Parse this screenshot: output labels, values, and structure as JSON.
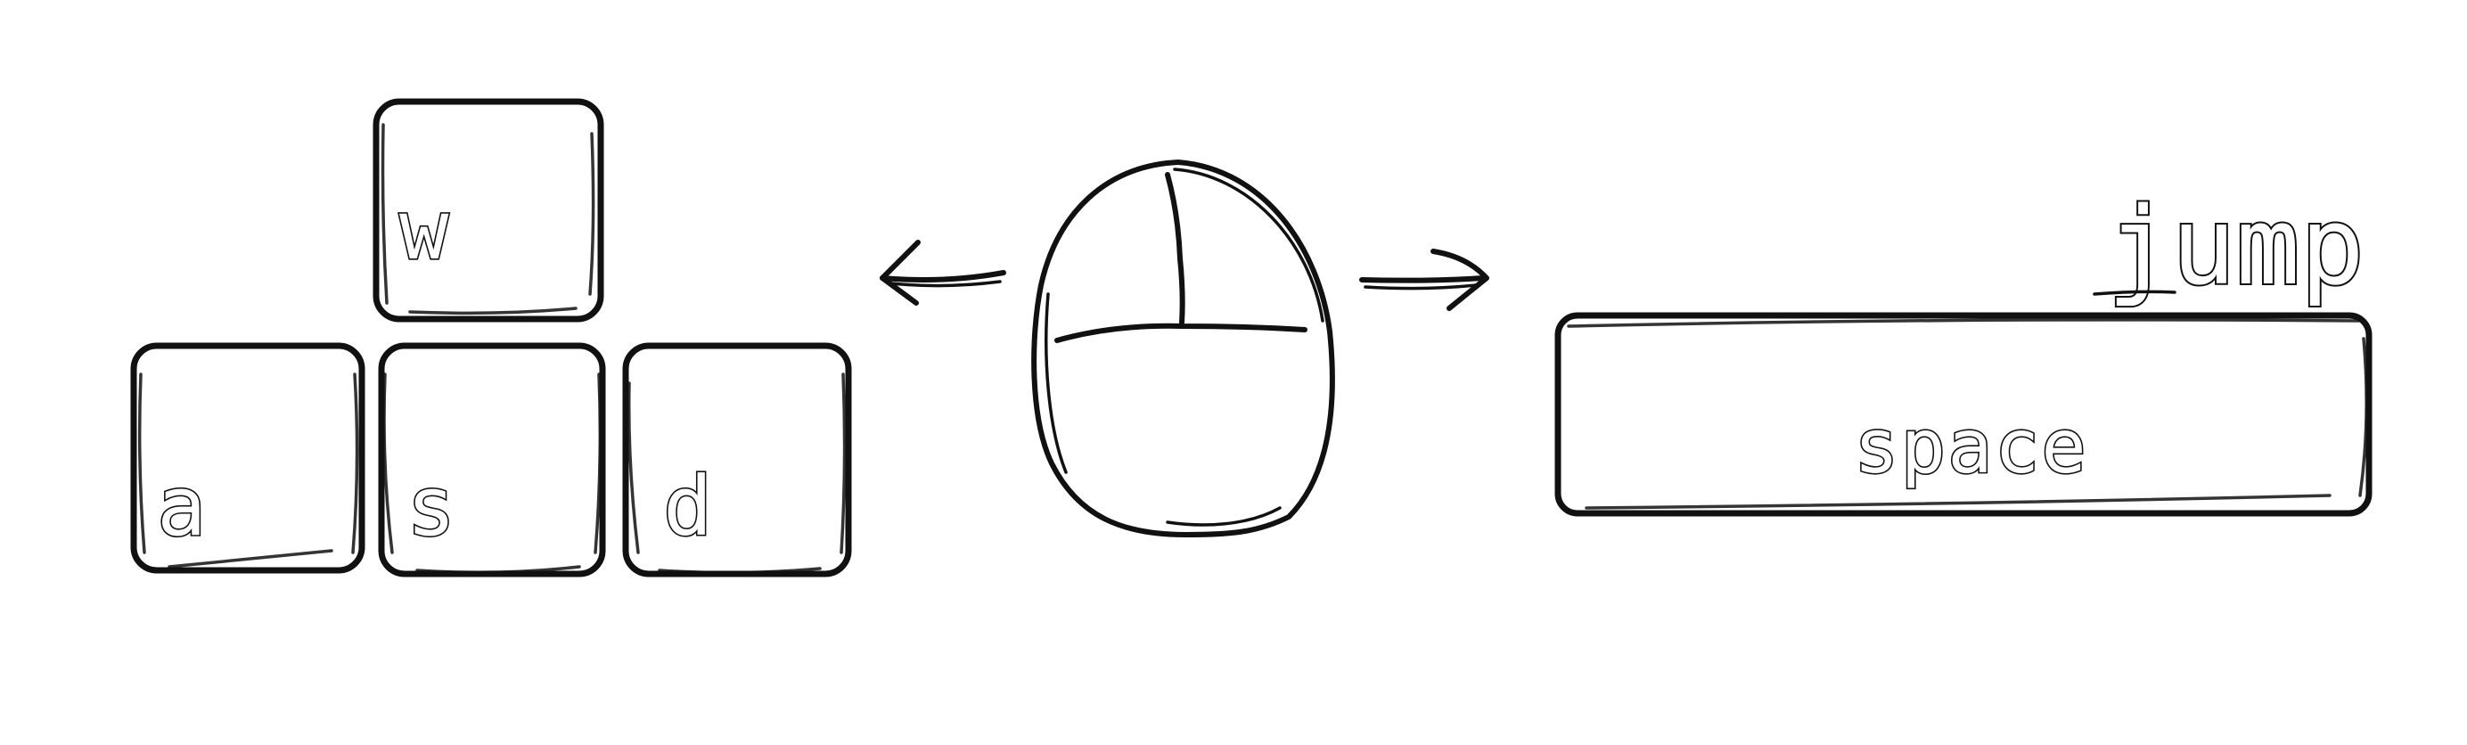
{
  "keys": {
    "w": "w",
    "a": "a",
    "s": "s",
    "d": "d",
    "space": "space"
  },
  "annotations": {
    "jump": "jump"
  },
  "icons": {
    "mouse": "mouse-icon",
    "arrow_left": "arrow-left-icon",
    "arrow_right": "arrow-right-icon"
  },
  "colors": {
    "ink": "#111111",
    "background": "#ffffff"
  }
}
